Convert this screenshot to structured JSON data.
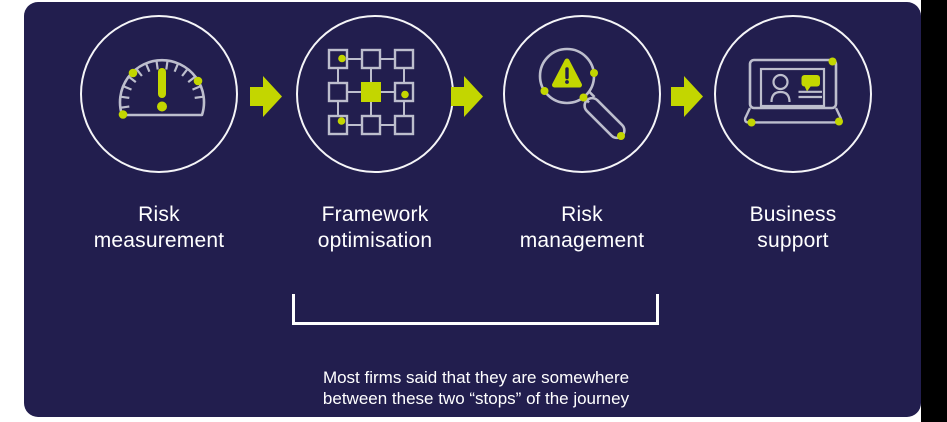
{
  "theme": {
    "page_bg": "#ffffff",
    "right_strip_bg": "#000000",
    "panel_bg": "#221e4e",
    "accent": "#c3d600",
    "icon_stroke": "#bdbecd",
    "circle_stroke": "#f5f5f8",
    "text_color": "#ffffff"
  },
  "steps": [
    {
      "icon": "gauge-alert-icon",
      "line1": "Risk",
      "line2": "measurement"
    },
    {
      "icon": "framework-grid-icon",
      "line1": "Framework",
      "line2": "optimisation"
    },
    {
      "icon": "magnifier-alert-icon",
      "line1": "Risk",
      "line2": "management"
    },
    {
      "icon": "laptop-support-icon",
      "line1": "Business",
      "line2": "support"
    }
  ],
  "annotation": {
    "line1": "Most firms said that they are somewhere",
    "line2": "between these two “stops” of the journey"
  }
}
